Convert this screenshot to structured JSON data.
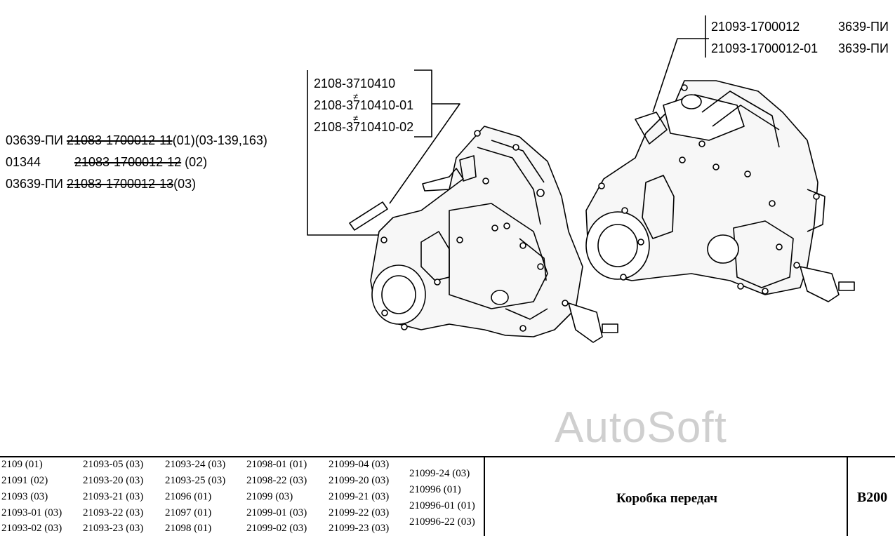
{
  "callouts": {
    "left": [
      {
        "prefix": "03639-ПИ",
        "part": "21083-1700012-11",
        "suffix": "(01)(03-139,163)"
      },
      {
        "prefix": "01344",
        "part": "21083-1700012-12",
        "suffix": " (02)"
      },
      {
        "prefix": "03639-ПИ",
        "part": "21083-1700012-13",
        "suffix": "(03)"
      }
    ],
    "sensor": [
      "2108-3710410",
      "2108-3710410-01",
      "2108-3710410-02"
    ],
    "top_right": [
      {
        "part": "21093-1700012",
        "code": "3639-ПИ"
      },
      {
        "part": "21093-1700012-01",
        "code": "3639-ПИ"
      }
    ]
  },
  "watermark": "AutoSoft",
  "footer": {
    "models": [
      [
        "2109 (01)",
        "21091 (02)",
        "21093 (03)",
        "21093-01 (03)",
        "21093-02 (03)"
      ],
      [
        "21093-05 (03)",
        "21093-20 (03)",
        "21093-21 (03)",
        "21093-22 (03)",
        "21093-23 (03)"
      ],
      [
        "21093-24 (03)",
        "21093-25 (03)",
        "21096 (01)",
        "21097 (01)",
        "21098 (01)"
      ],
      [
        "21098-01 (01)",
        "21098-22 (03)",
        "21099 (03)",
        "21099-01 (03)",
        "21099-02 (03)"
      ],
      [
        "21099-04 (03)",
        "21099-20 (03)",
        "21099-21 (03)",
        "21099-22 (03)",
        "21099-23 (03)"
      ],
      [
        "21099-24 (03)",
        "210996 (01)",
        "210996-01 (01)",
        "210996-22 (03)"
      ]
    ],
    "title": "Коробка передач",
    "code": "B200"
  }
}
